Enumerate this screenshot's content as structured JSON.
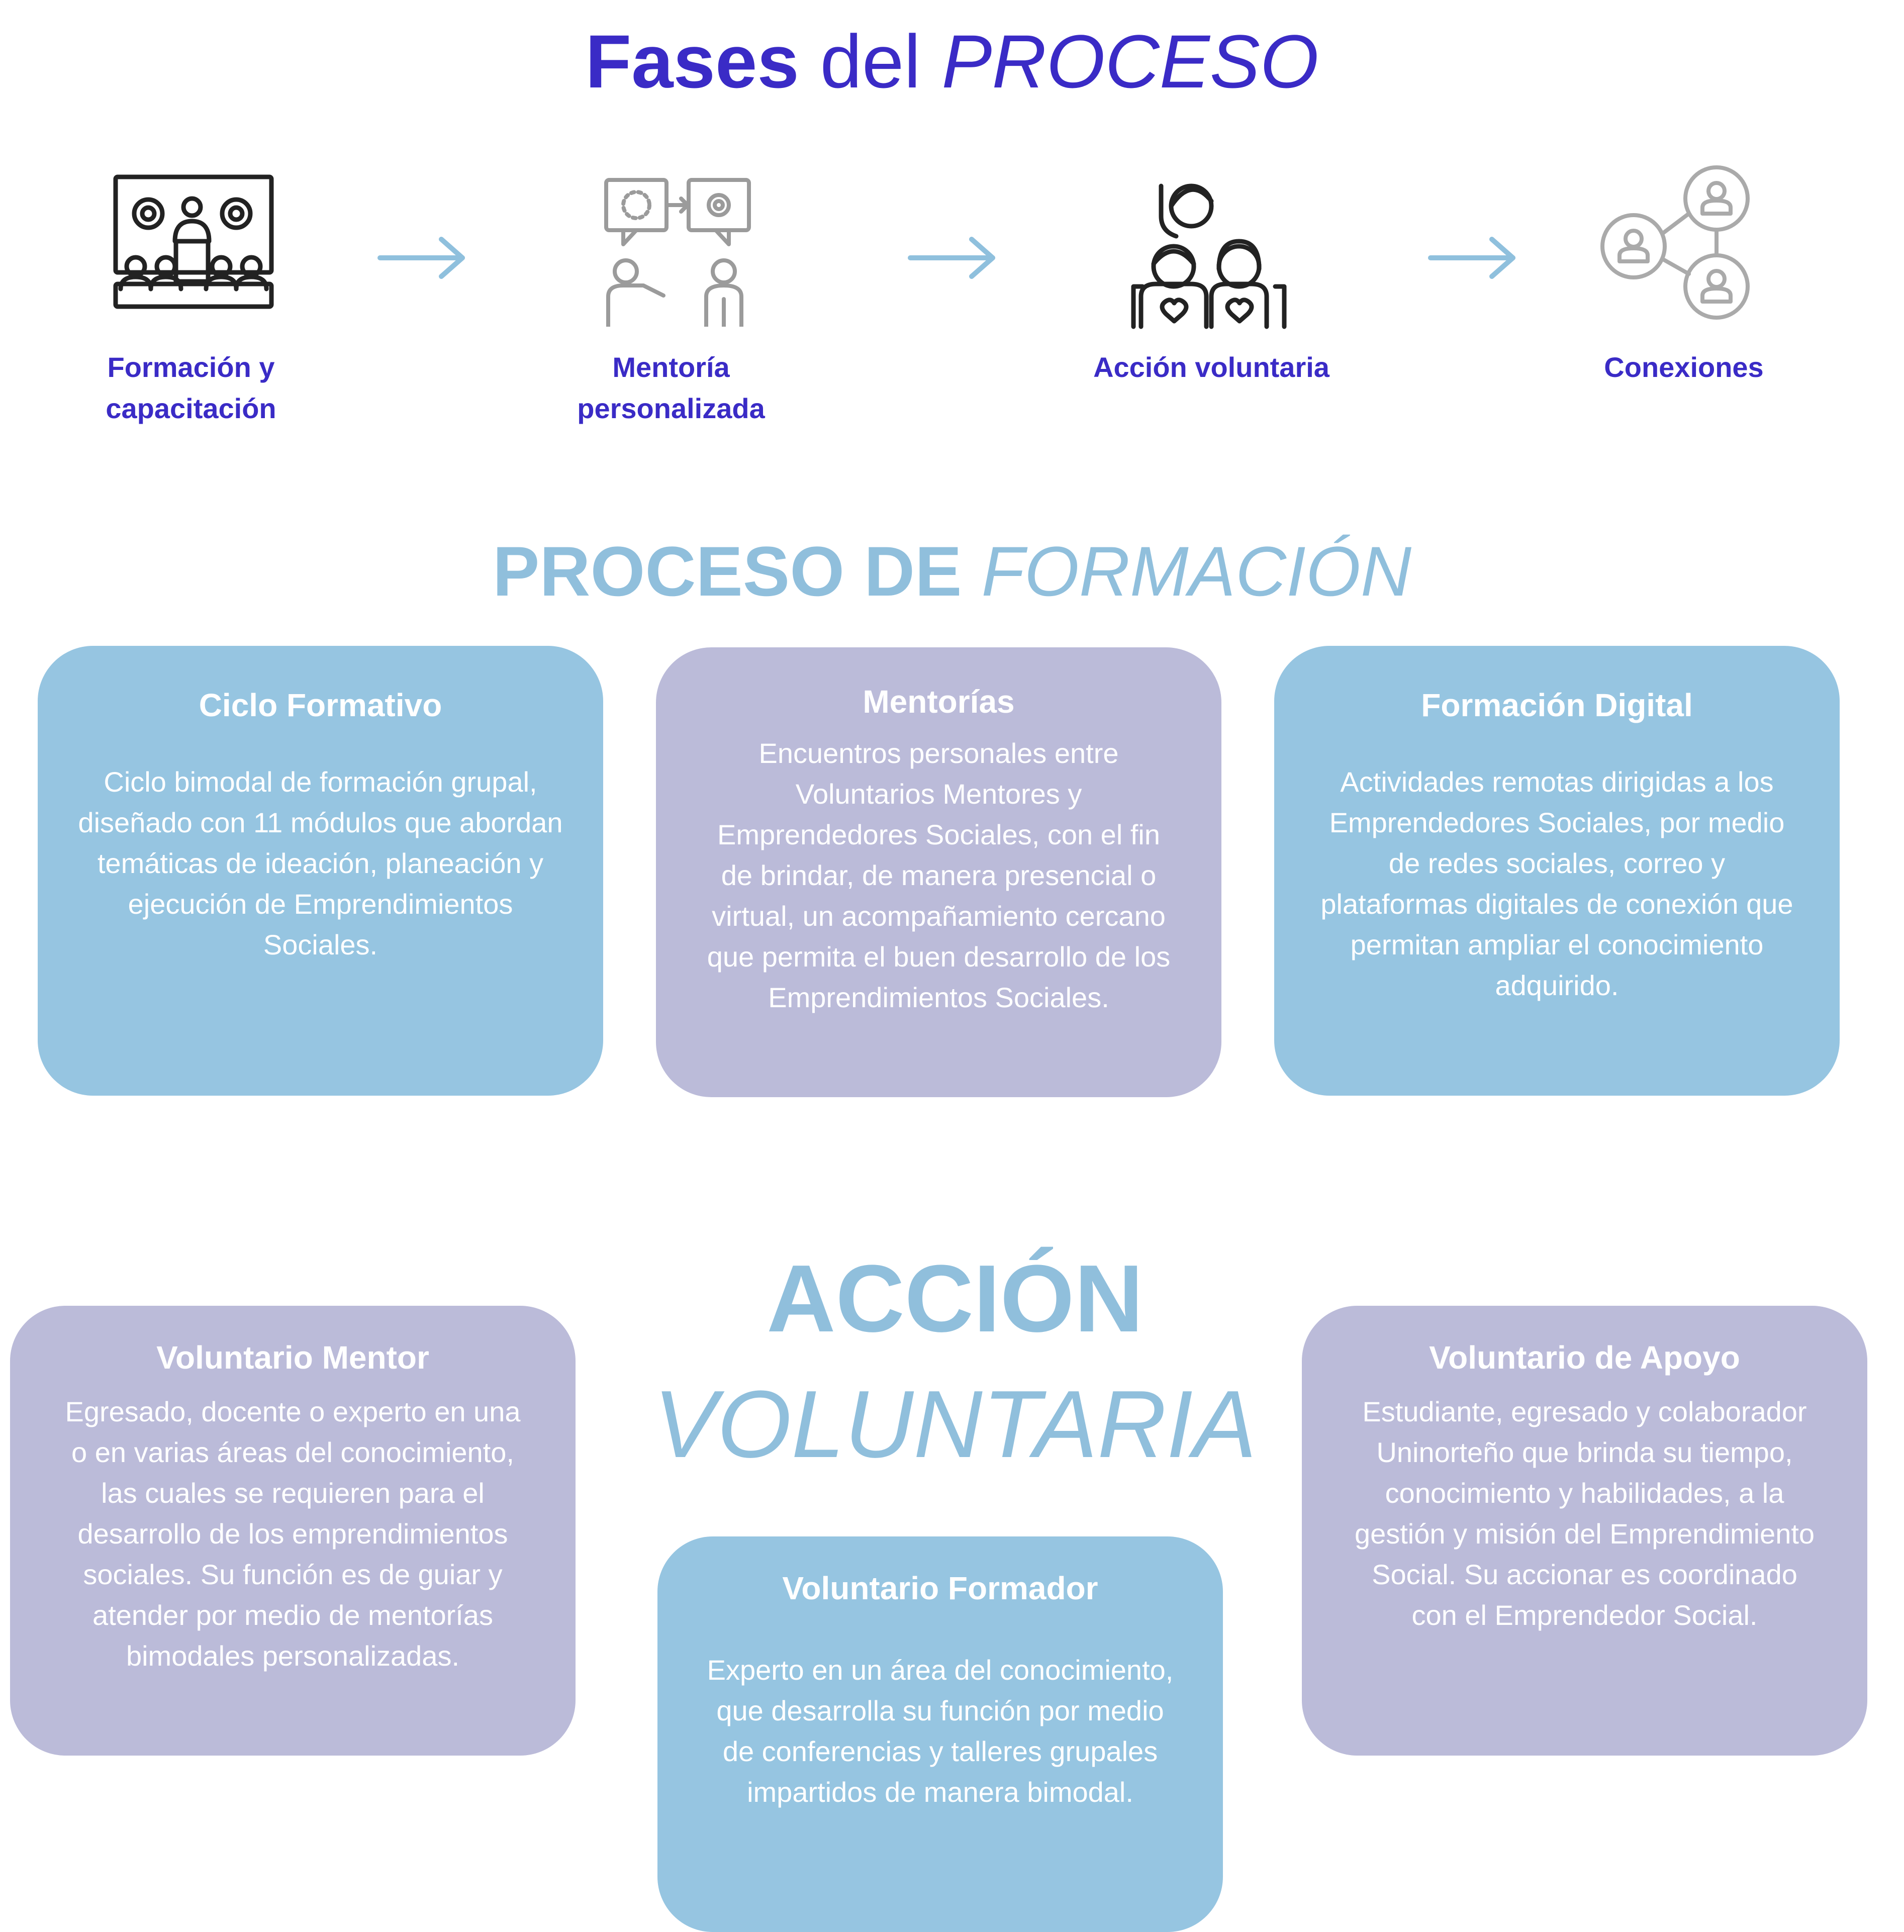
{
  "title": {
    "bold": "Fases",
    "light": "del",
    "italic": "PROCESO"
  },
  "phases": [
    {
      "label": "Formación y\ncapacitación",
      "icon": "training-audience-icon"
    },
    {
      "label": "Mentoría\npersonalizada",
      "icon": "mentoring-icon"
    },
    {
      "label": "Acción voluntaria",
      "icon": "volunteers-icon"
    },
    {
      "label": "Conexiones",
      "icon": "network-connections-icon"
    }
  ],
  "section_formacion": {
    "title_bold": "PROCESO DE",
    "title_italic": "FORMACIÓN",
    "cards": [
      {
        "title": "Ciclo Formativo",
        "body": "Ciclo bimodal de formación grupal, diseñado con 11 módulos que abordan temáticas de ideación, planeación y ejecución de Emprendimientos Sociales."
      },
      {
        "title": "Mentorías",
        "body": "Encuentros personales entre Voluntarios Mentores y Emprendedores Sociales, con el fin de brindar, de manera presencial o virtual, un acompañamiento cercano que permita el buen desarrollo de los Emprendimientos Sociales."
      },
      {
        "title": "Formación Digital",
        "body": "Actividades remotas dirigidas a los Emprendedores Sociales, por medio de redes sociales, correo y plataformas digitales de conexión que permitan ampliar el conocimiento adquirido."
      }
    ]
  },
  "section_accion": {
    "title_line1": "ACCIÓN",
    "title_line2": "VOLUNTARIA",
    "cards": [
      {
        "title": "Voluntario Mentor",
        "body": "Egresado, docente o experto en una o en varias áreas del conocimiento, las cuales se requieren para el desarrollo de los emprendimientos sociales. Su función es de guiar y atender por medio de mentorías bimodales personalizadas."
      },
      {
        "title": "Voluntario Formador",
        "body": "Experto en un área del conocimiento, que desarrolla su función por medio de conferencias y talleres grupales impartidos de manera bimodal."
      },
      {
        "title": "Voluntario de Apoyo",
        "body": "Estudiante, egresado y colaborador Uninorteño que brinda su tiempo, conocimiento y habilidades, a la gestión y misión del Emprendimiento Social. Su accionar es coordinado con el Emprendedor Social."
      }
    ]
  },
  "colors": {
    "accent_purple": "#3a2bc6",
    "light_blue": "#90bfdc",
    "card_blue": "#96c5e1",
    "card_purple": "#bbbbd9",
    "arrow": "#8fc0dd"
  }
}
